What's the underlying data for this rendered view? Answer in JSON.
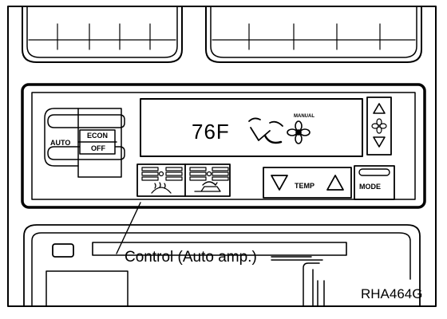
{
  "panel": {
    "auto_label": "AUTO",
    "econ_label": "ECON",
    "off_label": "OFF",
    "display_temperature": "76F",
    "manual_label": "MANUAL",
    "temp_label": "TEMP",
    "mode_label": "MODE"
  },
  "callout": {
    "text": "Control (Auto amp.)"
  },
  "figure_code": "RHA464G",
  "icons": {
    "fan": "fan-icon",
    "airflow": "vent-airflow-icon",
    "rear_defroster": "rear-defroster-icon",
    "recirculation": "recirculation-icon",
    "temp_down": "triangle-down-icon",
    "temp_up": "triangle-up-icon",
    "fan_up": "triangle-up-icon",
    "fan_down": "triangle-down-icon"
  }
}
